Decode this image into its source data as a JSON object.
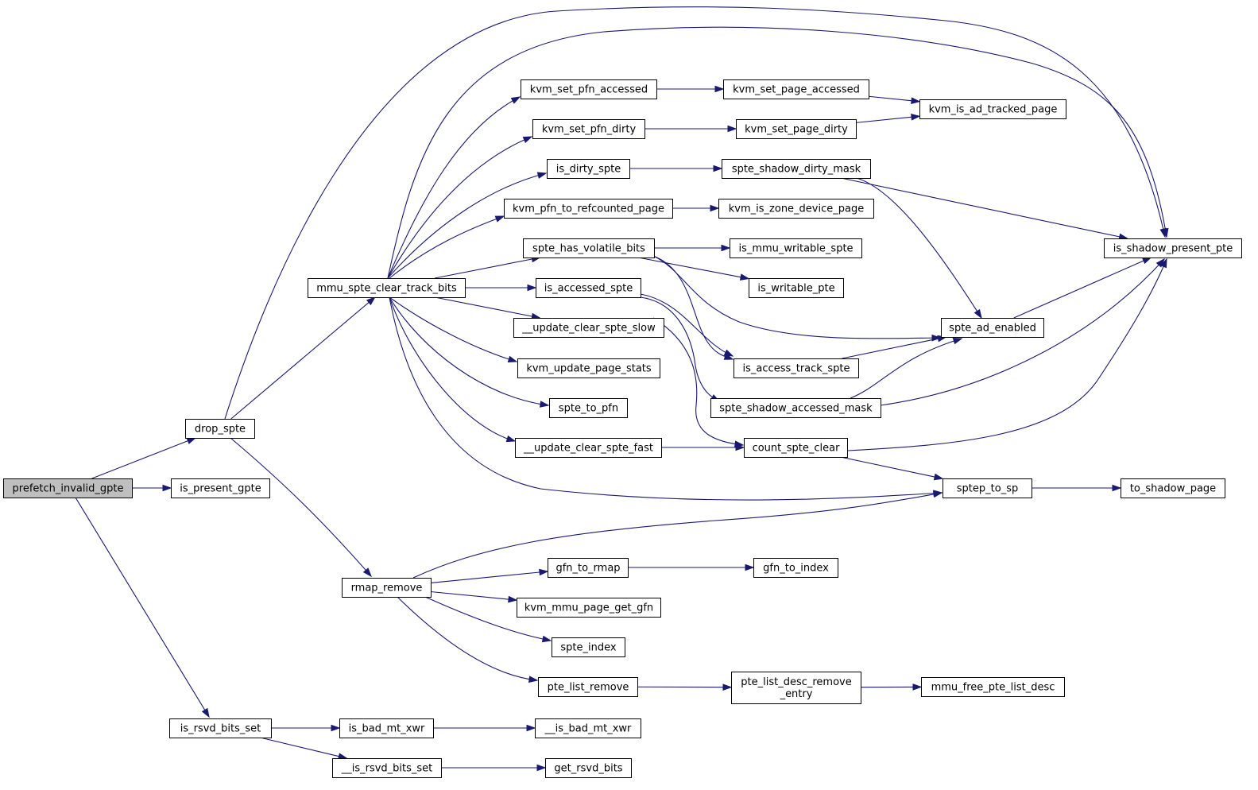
{
  "colors": {
    "edge": "#191970",
    "root_fill": "#bfbfbf",
    "node_fill": "#ffffff",
    "node_border": "#000000"
  },
  "nodes": [
    {
      "id": "prefetch_invalid_gpte",
      "label": "prefetch_invalid_gpte",
      "root": true
    },
    {
      "id": "drop_spte",
      "label": "drop_spte"
    },
    {
      "id": "is_present_gpte",
      "label": "is_present_gpte"
    },
    {
      "id": "is_rsvd_bits_set",
      "label": "is_rsvd_bits_set"
    },
    {
      "id": "mmu_spte_clear_track_bits",
      "label": "mmu_spte_clear_track_bits"
    },
    {
      "id": "rmap_remove",
      "label": "rmap_remove"
    },
    {
      "id": "is_bad_mt_xwr",
      "label": "is_bad_mt_xwr"
    },
    {
      "id": "__is_rsvd_bits_set",
      "label": "__is_rsvd_bits_set"
    },
    {
      "id": "kvm_set_pfn_accessed",
      "label": "kvm_set_pfn_accessed"
    },
    {
      "id": "kvm_set_pfn_dirty",
      "label": "kvm_set_pfn_dirty"
    },
    {
      "id": "is_dirty_spte",
      "label": "is_dirty_spte"
    },
    {
      "id": "kvm_pfn_to_refcounted_page",
      "label": "kvm_pfn_to_refcounted_page"
    },
    {
      "id": "spte_has_volatile_bits",
      "label": "spte_has_volatile_bits"
    },
    {
      "id": "is_accessed_spte",
      "label": "is_accessed_spte"
    },
    {
      "id": "__update_clear_spte_slow",
      "label": "__update_clear_spte_slow"
    },
    {
      "id": "kvm_update_page_stats",
      "label": "kvm_update_page_stats"
    },
    {
      "id": "spte_to_pfn",
      "label": "spte_to_pfn"
    },
    {
      "id": "__update_clear_spte_fast",
      "label": "__update_clear_spte_fast"
    },
    {
      "id": "gfn_to_rmap",
      "label": "gfn_to_rmap"
    },
    {
      "id": "kvm_mmu_page_get_gfn",
      "label": "kvm_mmu_page_get_gfn"
    },
    {
      "id": "spte_index",
      "label": "spte_index"
    },
    {
      "id": "pte_list_remove",
      "label": "pte_list_remove"
    },
    {
      "id": "__is_bad_mt_xwr",
      "label": "__is_bad_mt_xwr"
    },
    {
      "id": "get_rsvd_bits",
      "label": "get_rsvd_bits"
    },
    {
      "id": "kvm_set_page_accessed",
      "label": "kvm_set_page_accessed"
    },
    {
      "id": "kvm_set_page_dirty",
      "label": "kvm_set_page_dirty"
    },
    {
      "id": "spte_shadow_dirty_mask",
      "label": "spte_shadow_dirty_mask"
    },
    {
      "id": "kvm_is_zone_device_page",
      "label": "kvm_is_zone_device_page"
    },
    {
      "id": "is_mmu_writable_spte",
      "label": "is_mmu_writable_spte"
    },
    {
      "id": "is_writable_pte",
      "label": "is_writable_pte"
    },
    {
      "id": "is_access_track_spte",
      "label": "is_access_track_spte"
    },
    {
      "id": "spte_shadow_accessed_mask",
      "label": "spte_shadow_accessed_mask"
    },
    {
      "id": "count_spte_clear",
      "label": "count_spte_clear"
    },
    {
      "id": "gfn_to_index",
      "label": "gfn_to_index"
    },
    {
      "id": "pte_list_desc_remove_entry",
      "label": "pte_list_desc_remove\n_entry"
    },
    {
      "id": "kvm_is_ad_tracked_page",
      "label": "kvm_is_ad_tracked_page"
    },
    {
      "id": "is_shadow_present_pte",
      "label": "is_shadow_present_pte"
    },
    {
      "id": "spte_ad_enabled",
      "label": "spte_ad_enabled"
    },
    {
      "id": "sptep_to_sp",
      "label": "sptep_to_sp"
    },
    {
      "id": "mmu_free_pte_list_desc",
      "label": "mmu_free_pte_list_desc"
    },
    {
      "id": "to_shadow_page",
      "label": "to_shadow_page"
    }
  ],
  "edges": [
    [
      "prefetch_invalid_gpte",
      "drop_spte"
    ],
    [
      "prefetch_invalid_gpte",
      "is_present_gpte"
    ],
    [
      "prefetch_invalid_gpte",
      "is_rsvd_bits_set"
    ],
    [
      "drop_spte",
      "is_shadow_present_pte"
    ],
    [
      "drop_spte",
      "mmu_spte_clear_track_bits"
    ],
    [
      "drop_spte",
      "rmap_remove"
    ],
    [
      "is_rsvd_bits_set",
      "is_bad_mt_xwr"
    ],
    [
      "is_rsvd_bits_set",
      "__is_rsvd_bits_set"
    ],
    [
      "mmu_spte_clear_track_bits",
      "is_shadow_present_pte"
    ],
    [
      "mmu_spte_clear_track_bits",
      "kvm_set_pfn_accessed"
    ],
    [
      "mmu_spte_clear_track_bits",
      "kvm_set_pfn_dirty"
    ],
    [
      "mmu_spte_clear_track_bits",
      "is_dirty_spte"
    ],
    [
      "mmu_spte_clear_track_bits",
      "kvm_pfn_to_refcounted_page"
    ],
    [
      "mmu_spte_clear_track_bits",
      "spte_has_volatile_bits"
    ],
    [
      "mmu_spte_clear_track_bits",
      "is_accessed_spte"
    ],
    [
      "mmu_spte_clear_track_bits",
      "__update_clear_spte_slow"
    ],
    [
      "mmu_spte_clear_track_bits",
      "kvm_update_page_stats"
    ],
    [
      "mmu_spte_clear_track_bits",
      "spte_to_pfn"
    ],
    [
      "mmu_spte_clear_track_bits",
      "__update_clear_spte_fast"
    ],
    [
      "mmu_spte_clear_track_bits",
      "sptep_to_sp"
    ],
    [
      "rmap_remove",
      "sptep_to_sp"
    ],
    [
      "rmap_remove",
      "gfn_to_rmap"
    ],
    [
      "rmap_remove",
      "kvm_mmu_page_get_gfn"
    ],
    [
      "rmap_remove",
      "spte_index"
    ],
    [
      "rmap_remove",
      "pte_list_remove"
    ],
    [
      "is_bad_mt_xwr",
      "__is_bad_mt_xwr"
    ],
    [
      "__is_rsvd_bits_set",
      "get_rsvd_bits"
    ],
    [
      "kvm_set_pfn_accessed",
      "kvm_set_page_accessed"
    ],
    [
      "kvm_set_pfn_dirty",
      "kvm_set_page_dirty"
    ],
    [
      "is_dirty_spte",
      "spte_shadow_dirty_mask"
    ],
    [
      "kvm_pfn_to_refcounted_page",
      "kvm_is_zone_device_page"
    ],
    [
      "spte_has_volatile_bits",
      "is_mmu_writable_spte"
    ],
    [
      "spte_has_volatile_bits",
      "is_writable_pte"
    ],
    [
      "spte_has_volatile_bits",
      "spte_ad_enabled"
    ],
    [
      "spte_has_volatile_bits",
      "is_access_track_spte"
    ],
    [
      "is_accessed_spte",
      "is_access_track_spte"
    ],
    [
      "is_accessed_spte",
      "spte_shadow_accessed_mask"
    ],
    [
      "__update_clear_spte_slow",
      "count_spte_clear"
    ],
    [
      "__update_clear_spte_fast",
      "count_spte_clear"
    ],
    [
      "gfn_to_rmap",
      "gfn_to_index"
    ],
    [
      "pte_list_remove",
      "pte_list_desc_remove_entry"
    ],
    [
      "kvm_set_page_accessed",
      "kvm_is_ad_tracked_page"
    ],
    [
      "kvm_set_page_dirty",
      "kvm_is_ad_tracked_page"
    ],
    [
      "spte_shadow_dirty_mask",
      "is_shadow_present_pte"
    ],
    [
      "spte_shadow_dirty_mask",
      "spte_ad_enabled"
    ],
    [
      "is_access_track_spte",
      "spte_ad_enabled"
    ],
    [
      "spte_shadow_accessed_mask",
      "is_shadow_present_pte"
    ],
    [
      "spte_shadow_accessed_mask",
      "spte_ad_enabled"
    ],
    [
      "count_spte_clear",
      "is_shadow_present_pte"
    ],
    [
      "count_spte_clear",
      "sptep_to_sp"
    ],
    [
      "pte_list_desc_remove_entry",
      "mmu_free_pte_list_desc"
    ],
    [
      "spte_ad_enabled",
      "is_shadow_present_pte"
    ],
    [
      "sptep_to_sp",
      "to_shadow_page"
    ]
  ]
}
